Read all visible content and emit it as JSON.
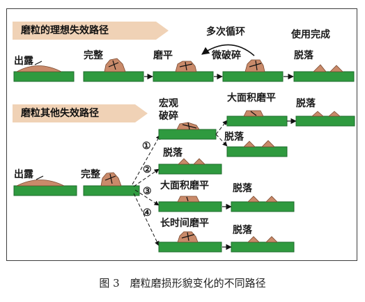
{
  "ideal": {
    "banner": "磨粒的理想失效路径",
    "labels": {
      "exposed": "出露",
      "intact": "完整",
      "flat": "磨平",
      "multi_cycle": "多次循环",
      "micro_fracture": "微破碎",
      "done": "使用完成",
      "detached": "脱落"
    }
  },
  "other": {
    "banner": "磨粒其他失效路径",
    "labels": {
      "exposed": "出露",
      "intact": "完整",
      "macro_fracture_1": "宏观",
      "macro_fracture_2": "破碎",
      "large_flat_top": "大面积磨平",
      "detached_top": "脱落",
      "detached_after_fracture": "脱落",
      "detached_path2": "脱落",
      "large_flat": "大面积磨平",
      "detached_path3": "脱落",
      "long_flat": "长时间磨平",
      "detached_path4": "脱落"
    },
    "path_numbers": [
      "①",
      "②",
      "③",
      "④"
    ]
  },
  "caption": "图 3　磨粒磨损形貌变化的不同路径",
  "colors": {
    "bar": "#2f9a3f",
    "bar_edge": "#1e6b2b",
    "grit": "#c98a6a",
    "banner": "#f0d2b6",
    "arrow": "#111111"
  }
}
